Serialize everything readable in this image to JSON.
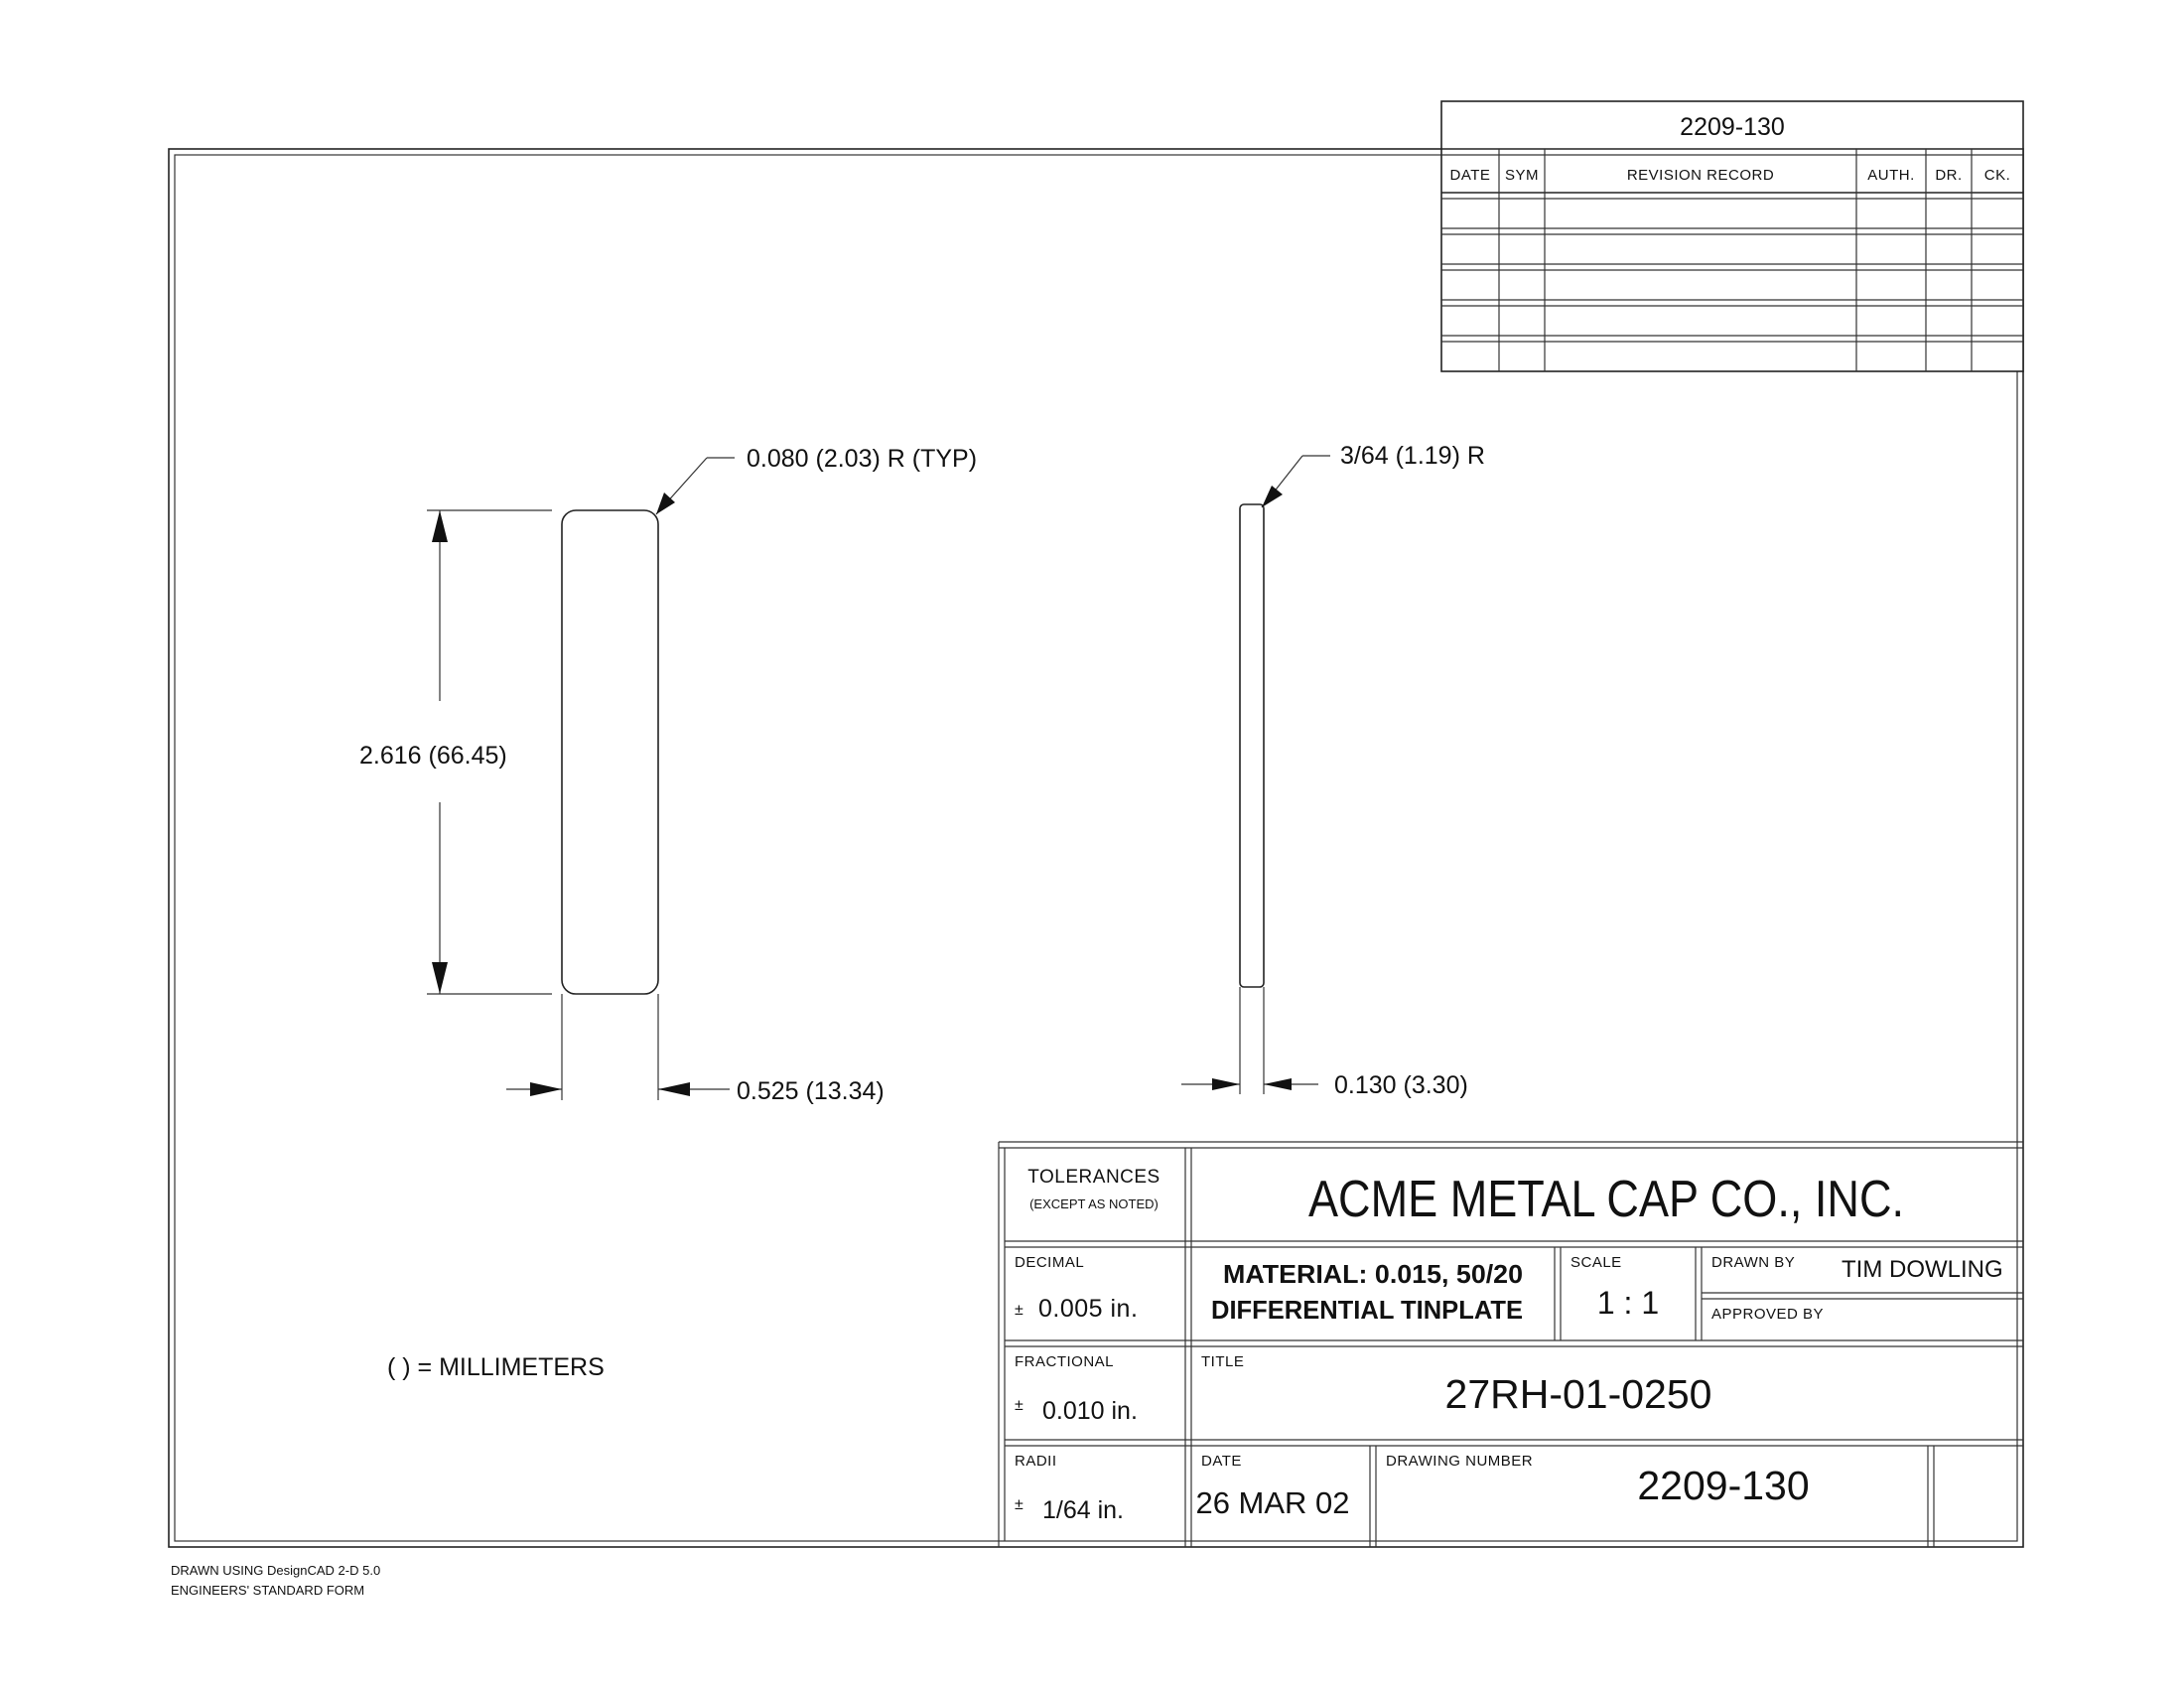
{
  "revision_block": {
    "drawing_number": "2209-130",
    "headers": [
      "DATE",
      "SYM",
      "REVISION RECORD",
      "AUTH.",
      "DR.",
      "CK."
    ]
  },
  "dimensions": {
    "corner_radius": "0.080 (2.03) R (TYP)",
    "height": "2.616 (66.45)",
    "width": "0.525 (13.34)",
    "edge_radius": "3/64 (1.19) R",
    "thickness": "0.130 (3.30)"
  },
  "notes": {
    "units": "( ) = MILLIMETERS"
  },
  "title_block": {
    "tolerances_label": "TOLERANCES",
    "tolerances_sub": "(EXCEPT AS NOTED)",
    "company": "ACME METAL CAP CO., INC.",
    "decimal_label": "DECIMAL",
    "decimal_value": "0.005 in.",
    "material_line1": "MATERIAL:  0.015,  50/20",
    "material_line2": "DIFFERENTIAL TINPLATE",
    "scale_label": "SCALE",
    "scale_value": "1 : 1",
    "drawn_by_label": "DRAWN BY",
    "drawn_by_value": "TIM DOWLING",
    "approved_by_label": "APPROVED BY",
    "fractional_label": "FRACTIONAL",
    "fractional_value": "0.010 in.",
    "title_label": "TITLE",
    "title_value": "27RH-01-0250",
    "radii_label": "RADII",
    "radii_value": "1/64 in.",
    "date_label": "DATE",
    "date_value": "26 MAR 02",
    "drawing_number_label": "DRAWING NUMBER",
    "drawing_number_value": "2209-130",
    "plus_minus": "±"
  },
  "footer": {
    "line1": "DRAWN USING DesignCAD 2-D 5.0",
    "line2": "ENGINEERS' STANDARD FORM"
  }
}
